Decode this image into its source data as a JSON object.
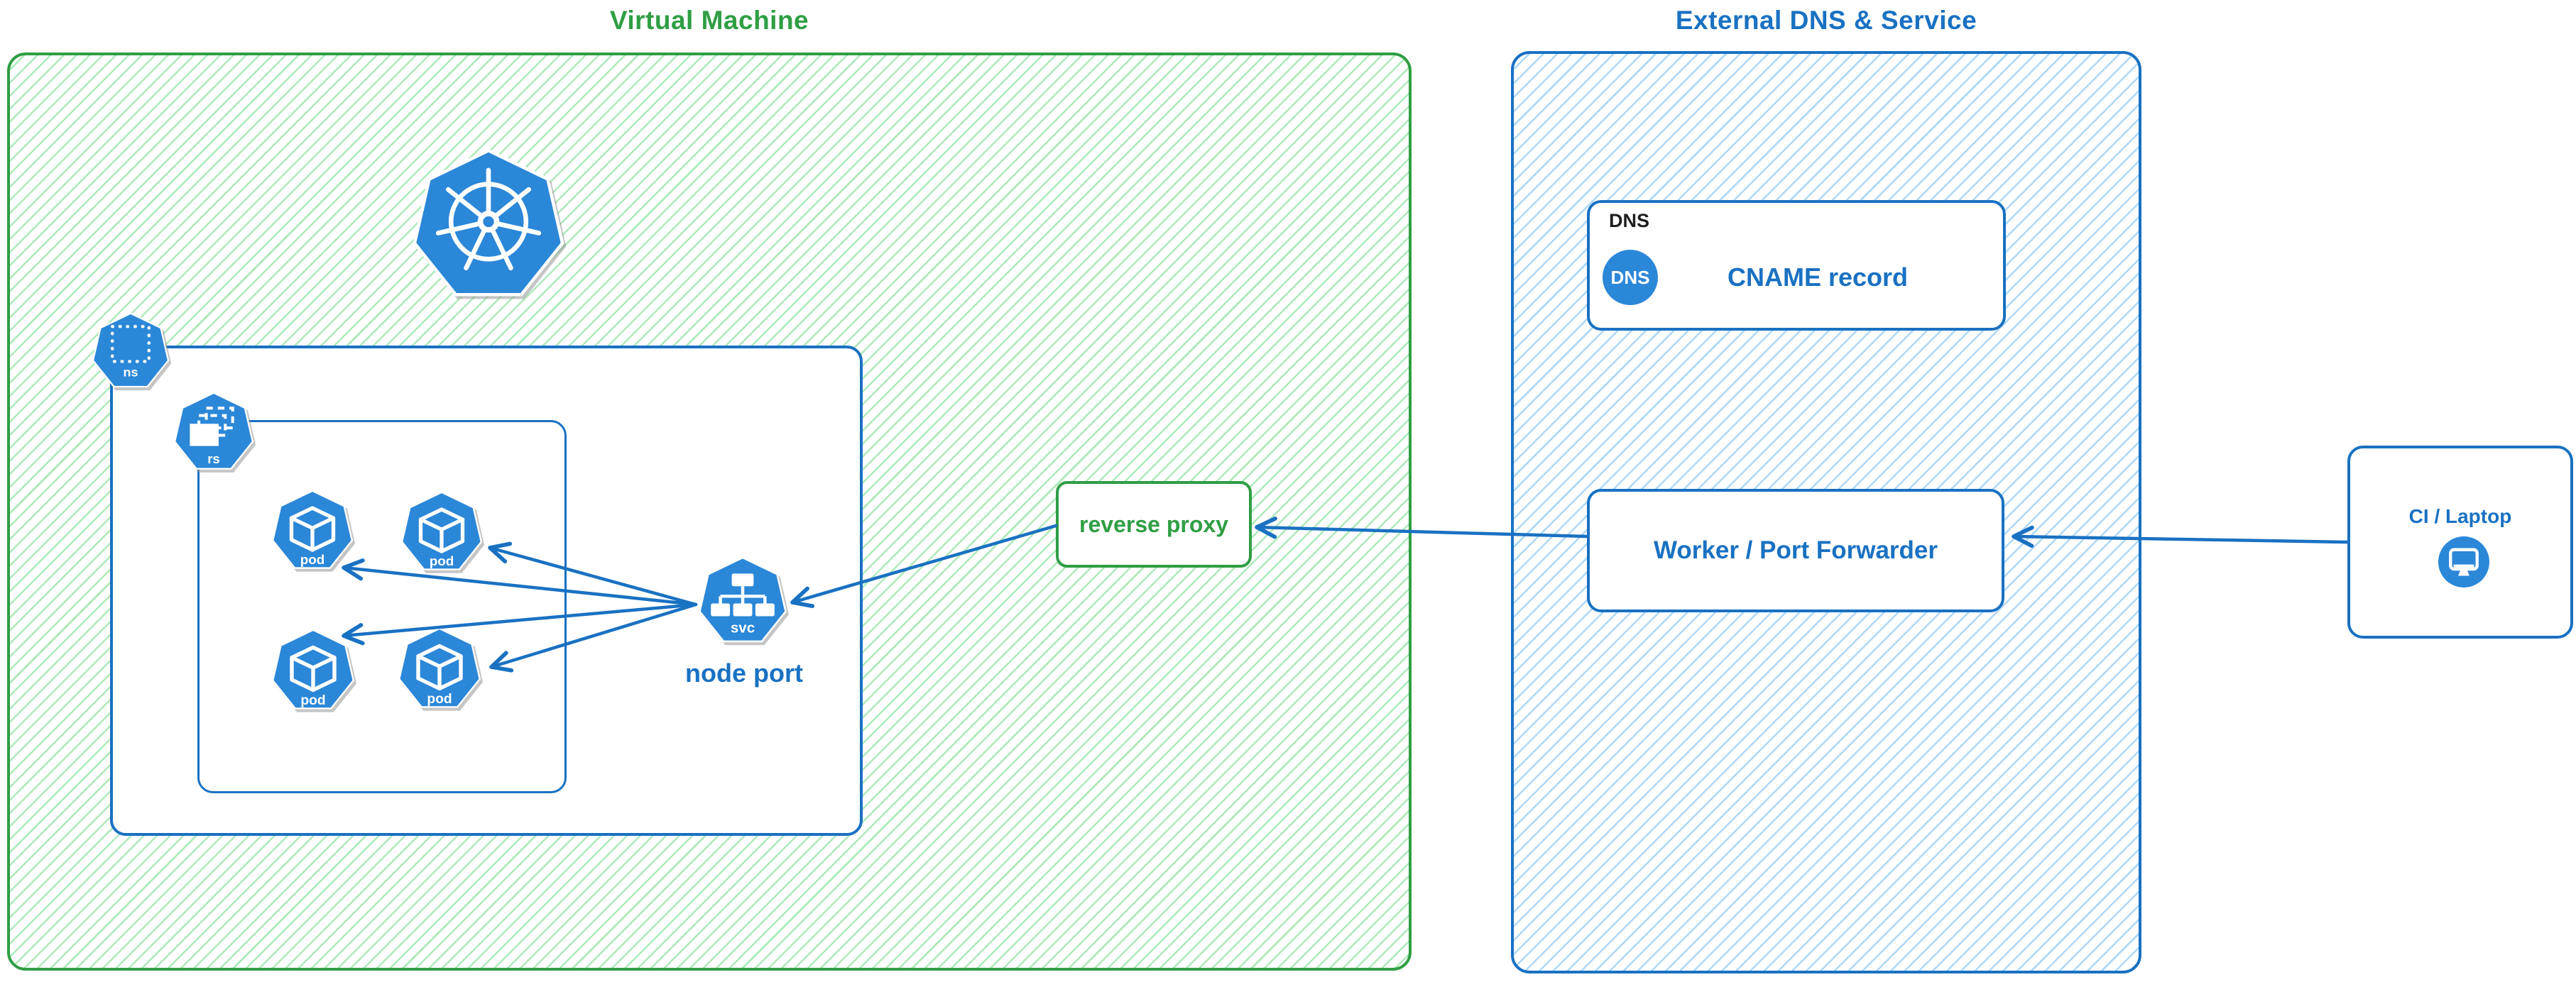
{
  "groups": {
    "vm": {
      "title": "Virtual Machine"
    },
    "external": {
      "title": "External DNS & Service"
    }
  },
  "nodes": {
    "namespace": {
      "label": "ns"
    },
    "replicaset": {
      "label": "rs"
    },
    "pods": [
      {
        "label": "pod"
      },
      {
        "label": "pod"
      },
      {
        "label": "pod"
      },
      {
        "label": "pod"
      }
    ],
    "service": {
      "label": "svc",
      "caption": "node port"
    },
    "reverse_proxy": {
      "label": "reverse proxy"
    },
    "dns_record": {
      "tag": "DNS",
      "icon_text": "DNS",
      "label": "CNAME record"
    },
    "worker": {
      "label": "Worker / Port Forwarder"
    },
    "ci_laptop": {
      "label": "CI / Laptop"
    }
  },
  "edges": [
    {
      "from": "ci_laptop",
      "to": "worker"
    },
    {
      "from": "worker",
      "to": "reverse_proxy"
    },
    {
      "from": "reverse_proxy",
      "to": "service"
    },
    {
      "from": "service",
      "to": "pod_1"
    },
    {
      "from": "service",
      "to": "pod_2"
    },
    {
      "from": "service",
      "to": "pod_3"
    },
    {
      "from": "service",
      "to": "pod_4"
    }
  ],
  "colors": {
    "green_stroke": "#2f9e44",
    "green_hatch": "#9fe6b1",
    "blue_stroke": "#1971c2",
    "blue_hatch": "#a5d8f8",
    "icon_blue": "#2b87d8",
    "dns_tag_text": "#1e1e1e"
  }
}
